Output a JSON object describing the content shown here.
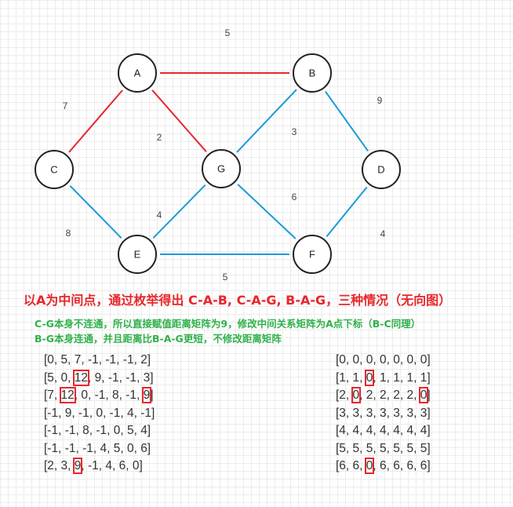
{
  "graph": {
    "nodes": [
      {
        "id": "A",
        "label": "A"
      },
      {
        "id": "B",
        "label": "B"
      },
      {
        "id": "C",
        "label": "C"
      },
      {
        "id": "G",
        "label": "G"
      },
      {
        "id": "D",
        "label": "D"
      },
      {
        "id": "E",
        "label": "E"
      },
      {
        "id": "F",
        "label": "F"
      }
    ],
    "edges": [
      {
        "from": "A",
        "to": "B",
        "weight": "5",
        "color": "#e8262b"
      },
      {
        "from": "A",
        "to": "C",
        "weight": "7",
        "color": "#e8262b"
      },
      {
        "from": "A",
        "to": "G",
        "weight": "2",
        "color": "#e8262b"
      },
      {
        "from": "B",
        "to": "G",
        "weight": "3",
        "color": "#1a9bd7"
      },
      {
        "from": "B",
        "to": "D",
        "weight": "9",
        "color": "#1a9bd7"
      },
      {
        "from": "C",
        "to": "E",
        "weight": "8",
        "color": "#1a9bd7"
      },
      {
        "from": "G",
        "to": "E",
        "weight": "4",
        "color": "#1a9bd7"
      },
      {
        "from": "G",
        "to": "F",
        "weight": "6",
        "color": "#1a9bd7"
      },
      {
        "from": "D",
        "to": "F",
        "weight": "4",
        "color": "#1a9bd7"
      },
      {
        "from": "E",
        "to": "F",
        "weight": "5",
        "color": "#1a9bd7"
      }
    ]
  },
  "title": "以A为中间点，通过枚举得出 C-A-B, C-A-G, B-A-G，三种情况（无向图）",
  "notes": [
    "C-G本身不连通，所以直接赋值距离矩阵为9，修改中间关系矩阵为A点下标（B-C同理）",
    "B-G本身连通，并且距离比B-A-G更短，不修改距离矩阵"
  ],
  "distance_matrix": [
    [
      "[0, 5, 7, -1, -1, -1, 2]"
    ],
    [
      "[5, 0, ",
      "12",
      ", 9, -1, -1, 3]"
    ],
    [
      "[7, ",
      "12",
      ", 0, -1, 8, -1, ",
      "9",
      "]"
    ],
    [
      "[-1, 9, -1, 0, -1, 4, -1]"
    ],
    [
      "[-1, -1, 8, -1, 0, 5, 4]"
    ],
    [
      "[-1, -1, -1, 4, 5, 0, 6]"
    ],
    [
      "[2, 3, ",
      "9",
      ", -1, 4, 6, 0]"
    ]
  ],
  "path_matrix": [
    [
      "[0, 0, 0, 0, 0, 0, 0]"
    ],
    [
      "[1, 1, ",
      "0",
      ", 1, 1, 1, 1]"
    ],
    [
      "[2, ",
      "0",
      ", 2, 2, 2, 2, ",
      "0",
      "]"
    ],
    [
      "[3, 3, 3, 3, 3, 3, 3]"
    ],
    [
      "[4, 4, 4, 4, 4, 4, 4]"
    ],
    [
      "[5, 5, 5, 5, 5, 5, 5]"
    ],
    [
      "[6, 6, ",
      "0",
      ", 6, 6, 6, 6]"
    ]
  ],
  "colors": {
    "highlight": "#e8262b",
    "note": "#2fb14a",
    "edge_red": "#e8262b",
    "edge_blue": "#1a9bd7"
  }
}
